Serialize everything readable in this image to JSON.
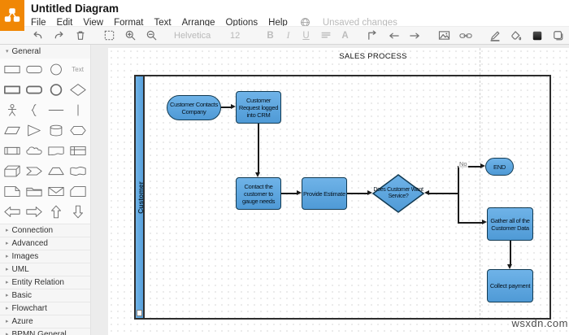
{
  "window": {
    "title": "Untitled Diagram",
    "menu": [
      "File",
      "Edit",
      "View",
      "Format",
      "Text",
      "Arrange",
      "Options",
      "Help"
    ],
    "unsaved_label": "Unsaved changes"
  },
  "toolbar": {
    "font_name": "Helvetica",
    "font_size": "12",
    "letters": {
      "bold": "B",
      "italic": "I",
      "underline": "U",
      "font_color": "A"
    },
    "groups": [
      [
        "undo",
        "redo",
        "trash"
      ],
      [
        "fit-page",
        "zoom-in",
        "zoom-out"
      ],
      [
        "font-select",
        "size-select"
      ],
      [
        "bold",
        "italic",
        "underline",
        "fill-style",
        "font-color"
      ],
      [
        "waypoints",
        "arrow-left",
        "arrow-right"
      ],
      [
        "insert-image",
        "insert-link"
      ],
      [
        "line-color",
        "fill-color",
        "gradient",
        "shadow"
      ],
      [
        "grid",
        "insert-plus"
      ],
      [
        "format-panel"
      ]
    ]
  },
  "sidebar": {
    "sections": [
      {
        "label": "General",
        "expanded": true
      },
      {
        "label": "Connection"
      },
      {
        "label": "Advanced"
      },
      {
        "label": "Images"
      },
      {
        "label": "UML"
      },
      {
        "label": "Entity Relation"
      },
      {
        "label": "Basic"
      },
      {
        "label": "Flowchart"
      },
      {
        "label": "Azure"
      },
      {
        "label": "BPMN General"
      }
    ],
    "text_shape_label": "Text",
    "general_shapes": [
      "rectangle",
      "rounded-rectangle",
      "ellipse",
      "text",
      "rectangle-bold",
      "rounded-rectangle-bold",
      "ellipse-bold",
      "diamond",
      "actor",
      "brace",
      "horizontal-line",
      "vertical-line",
      "parallelogram",
      "triangle",
      "cylinder",
      "hexagon",
      "process",
      "cloud",
      "document",
      "internal-storage",
      "cube",
      "step",
      "trapezoid",
      "tape",
      "note",
      "folder",
      "envelope",
      "card",
      "arrow-left-shape",
      "arrow-right-shape",
      "arrow-up-shape",
      "arrow-down-shape"
    ]
  },
  "canvas": {
    "page_title": "SALES PROCESS",
    "watermark": "wsxdn.com",
    "lane": {
      "label": "Customer"
    },
    "colors": {
      "shape_fill": "#58a0db",
      "shape_stroke": "#123a52",
      "lane_stroke": "#2d2d2d",
      "logo_orange": "#F08705"
    },
    "nodes": [
      {
        "id": "start",
        "type": "terminator",
        "label": "Customer Contacts Company"
      },
      {
        "id": "crm",
        "type": "process",
        "label": "Customer Request logged into CRM"
      },
      {
        "id": "contact",
        "type": "process",
        "label": "Contact the customer to gauge needs"
      },
      {
        "id": "estimate",
        "type": "process",
        "label": "Provide Estimate"
      },
      {
        "id": "decision",
        "type": "decision",
        "label": "Does Customer Want Service?"
      },
      {
        "id": "end",
        "type": "terminator",
        "label": "END"
      },
      {
        "id": "gather",
        "type": "process",
        "label": "Gather all of the Customer Data"
      },
      {
        "id": "collect",
        "type": "process",
        "label": "Collect payment"
      }
    ],
    "edges": [
      {
        "from": "start",
        "to": "crm"
      },
      {
        "from": "crm",
        "to": "contact"
      },
      {
        "from": "contact",
        "to": "estimate"
      },
      {
        "from": "estimate",
        "to": "decision"
      },
      {
        "from": "decision",
        "to": "end",
        "label": "No"
      },
      {
        "from": "decision",
        "to": "gather"
      },
      {
        "from": "gather",
        "to": "collect"
      }
    ]
  }
}
